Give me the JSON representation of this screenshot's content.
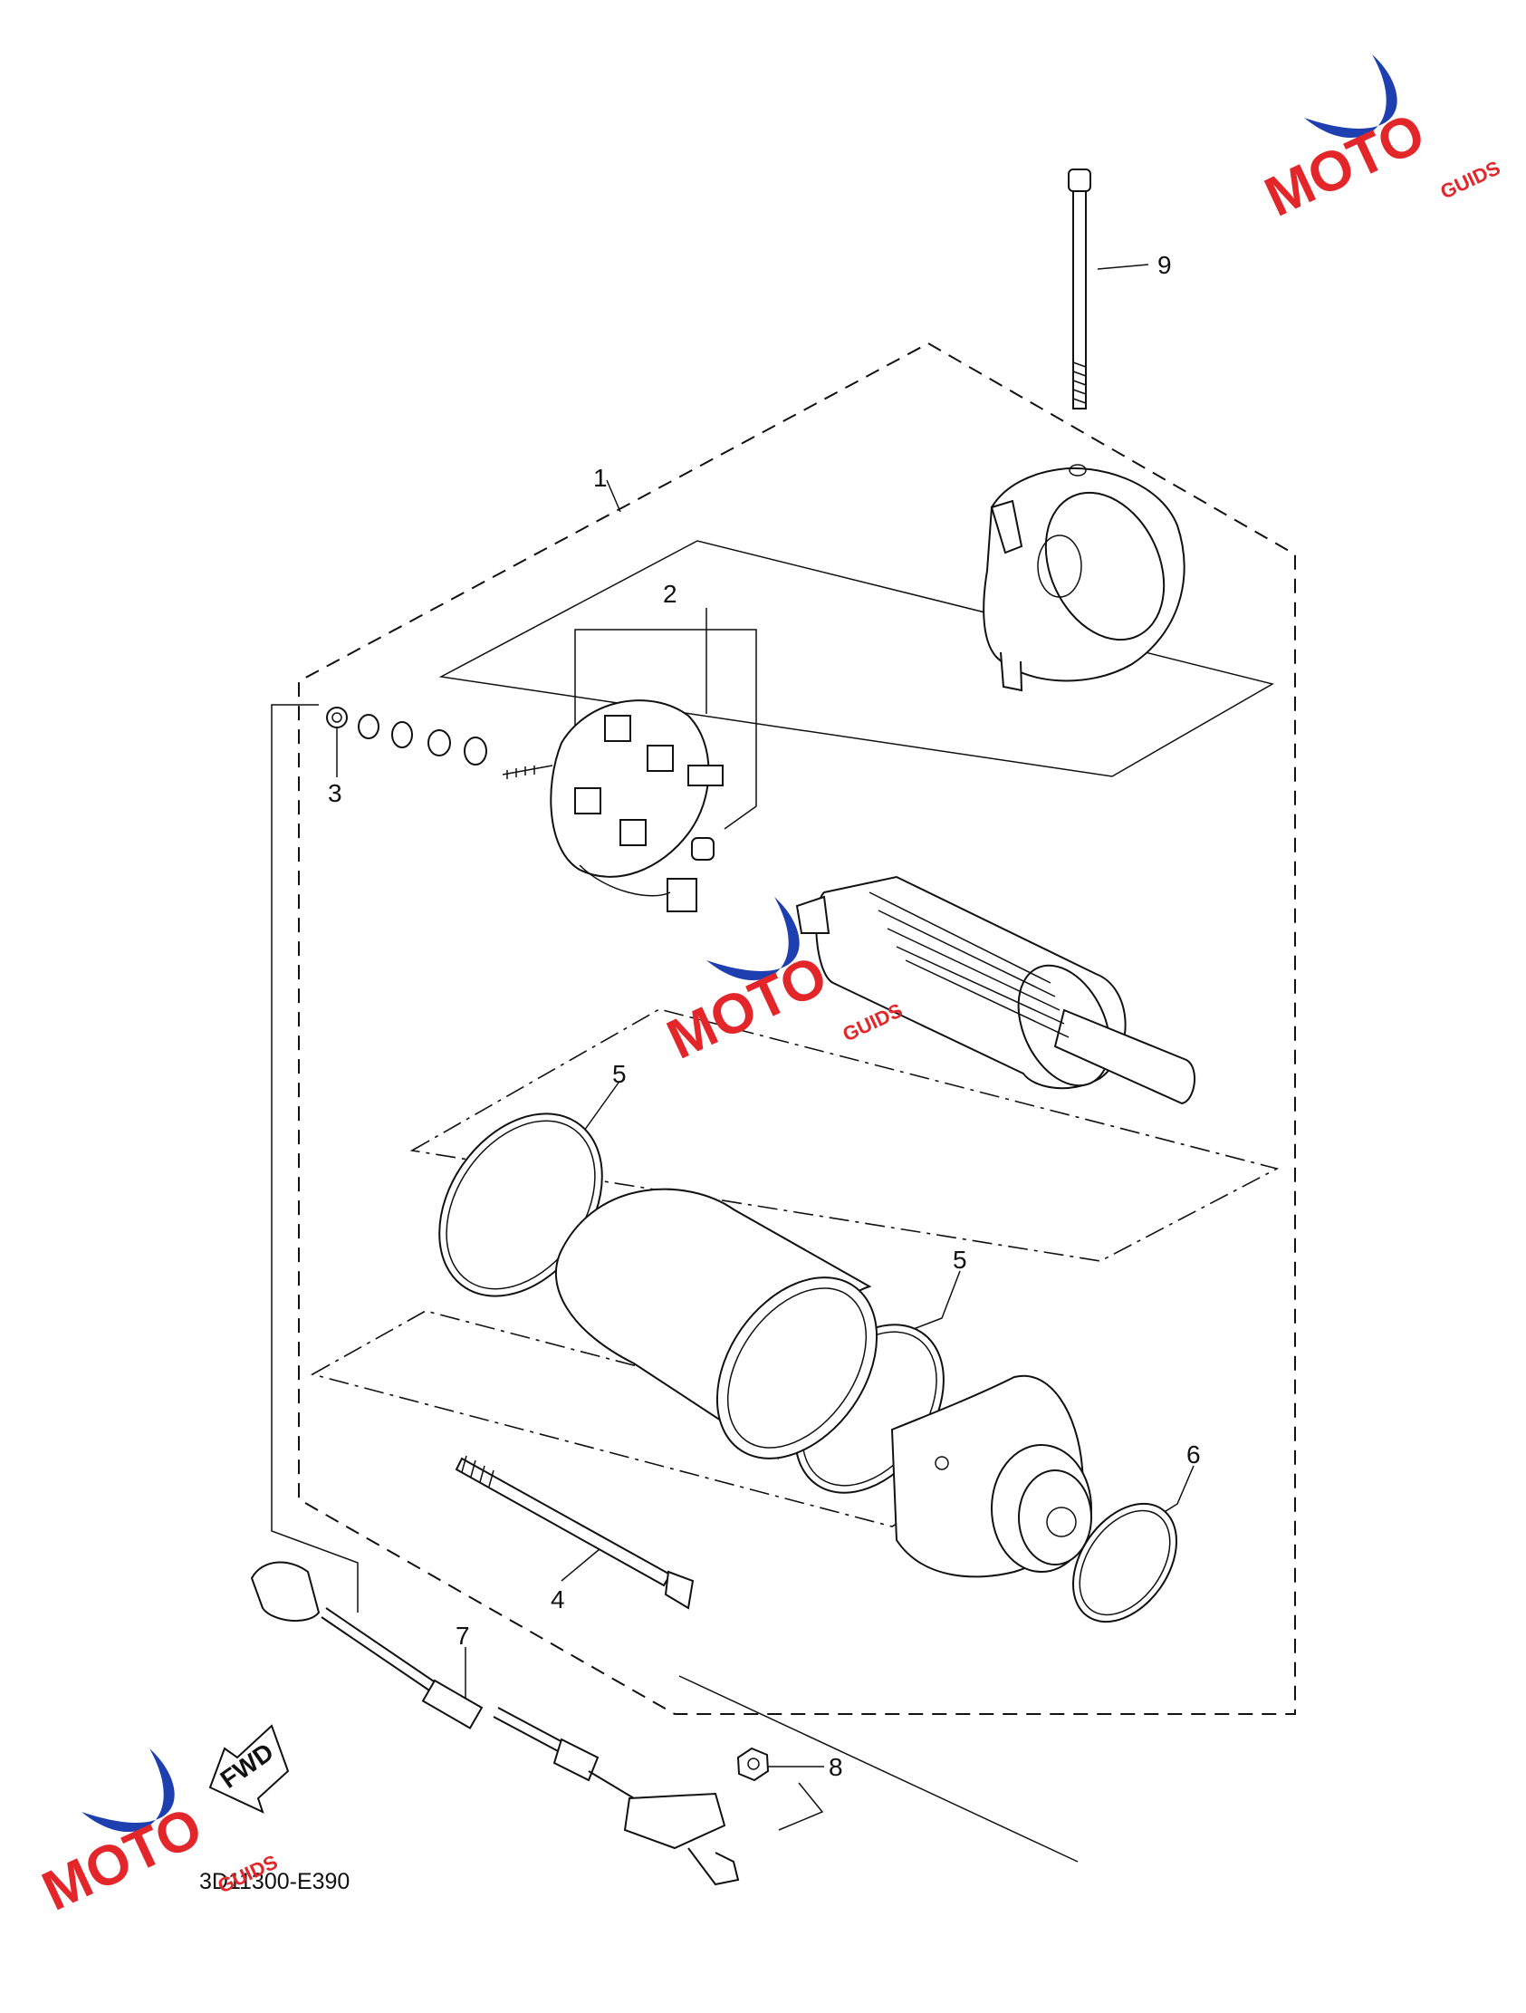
{
  "diagram": {
    "callouts": [
      "1",
      "2",
      "3",
      "4",
      "5",
      "5",
      "6",
      "7",
      "8",
      "9"
    ],
    "drawing_code": "3D11300-E390",
    "fwd_label": "FWD"
  },
  "watermark": {
    "brand_main": "MOTO",
    "brand_suffix": "GUIDS",
    "colors": {
      "red": "#e3262a",
      "blue": "#1e3fb0",
      "black": "#111111"
    }
  }
}
